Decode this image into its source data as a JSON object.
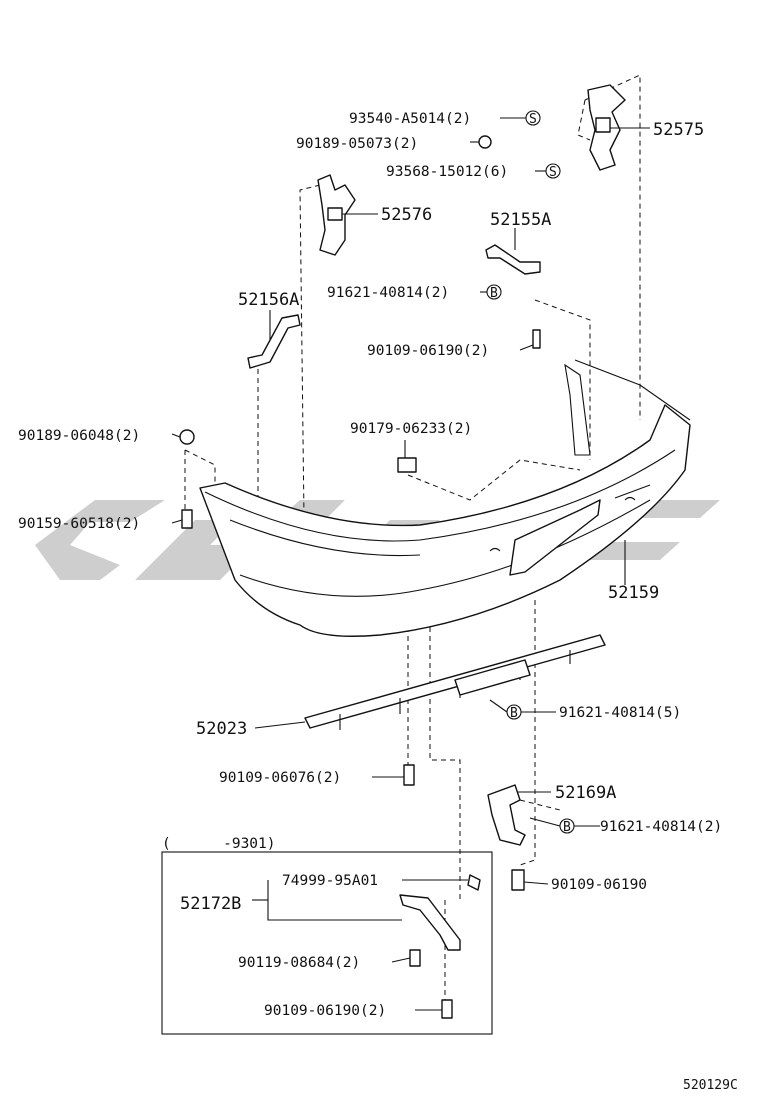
{
  "diagram_id": "520129C",
  "inset": {
    "range_label": "(      -9301)"
  },
  "callouts": {
    "c93540": "93540-A5014(2)",
    "c90189a": "90189-05073(2)",
    "c52575": "52575",
    "c93568": "93568-15012(6)",
    "c52576": "52576",
    "c52155A": "52155A",
    "c91621a": "91621-40814(2)",
    "c52156A": "52156A",
    "c90109a": "90109-06190(2)",
    "c90189b": "90189-06048(2)",
    "c90179": "90179-06233(2)",
    "c90159": "90159-60518(2)",
    "c52159": "52159",
    "c52023": "52023",
    "c91621b": "91621-40814(5)",
    "c90109b": "90109-06076(2)",
    "c52169A": "52169A",
    "c91621c": "91621-40814(2)",
    "c90109c": "90109-06190",
    "c74999": "74999-95A01",
    "c52172B": "52172B",
    "c90119": "90119-08684(2)",
    "c90109d": "90109-06190(2)"
  },
  "markers": {
    "s_label": "S",
    "b_label": "B"
  }
}
